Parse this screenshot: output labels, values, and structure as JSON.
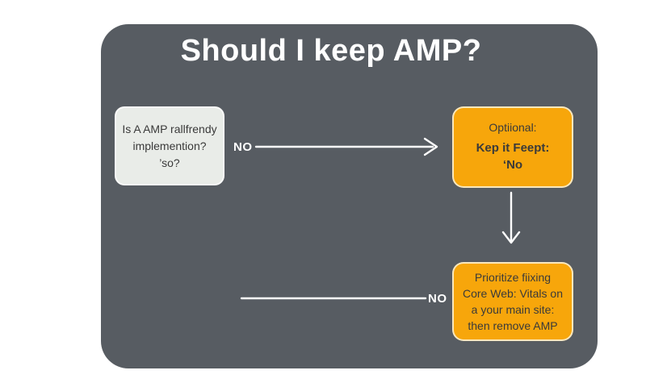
{
  "title": "Should I keep AMP?",
  "flowchart": {
    "question_box": {
      "line1": "Is A AMP rallfrendy",
      "line2": "implemention?",
      "line3": "’so?"
    },
    "optional_box": {
      "line1": "Optiional:",
      "line2": "Kep it Feept:",
      "line3": "‘No"
    },
    "priority_box": {
      "line1": "Prioritize fiixing",
      "line2": "Core Web: Vitals on",
      "line3": "a your main site:",
      "line4": "then remove AMP"
    },
    "edge_top_label": "NO",
    "edge_bottom_label": "NO"
  },
  "colors": {
    "page": "#FFFFFF",
    "panel": "#575C62",
    "box_orange": "#F7A60B",
    "box_light": "#E9ECE8",
    "arrow": "#FFFFFF",
    "text_dark": "#3A3A3A",
    "title": "#FFFFFF"
  }
}
